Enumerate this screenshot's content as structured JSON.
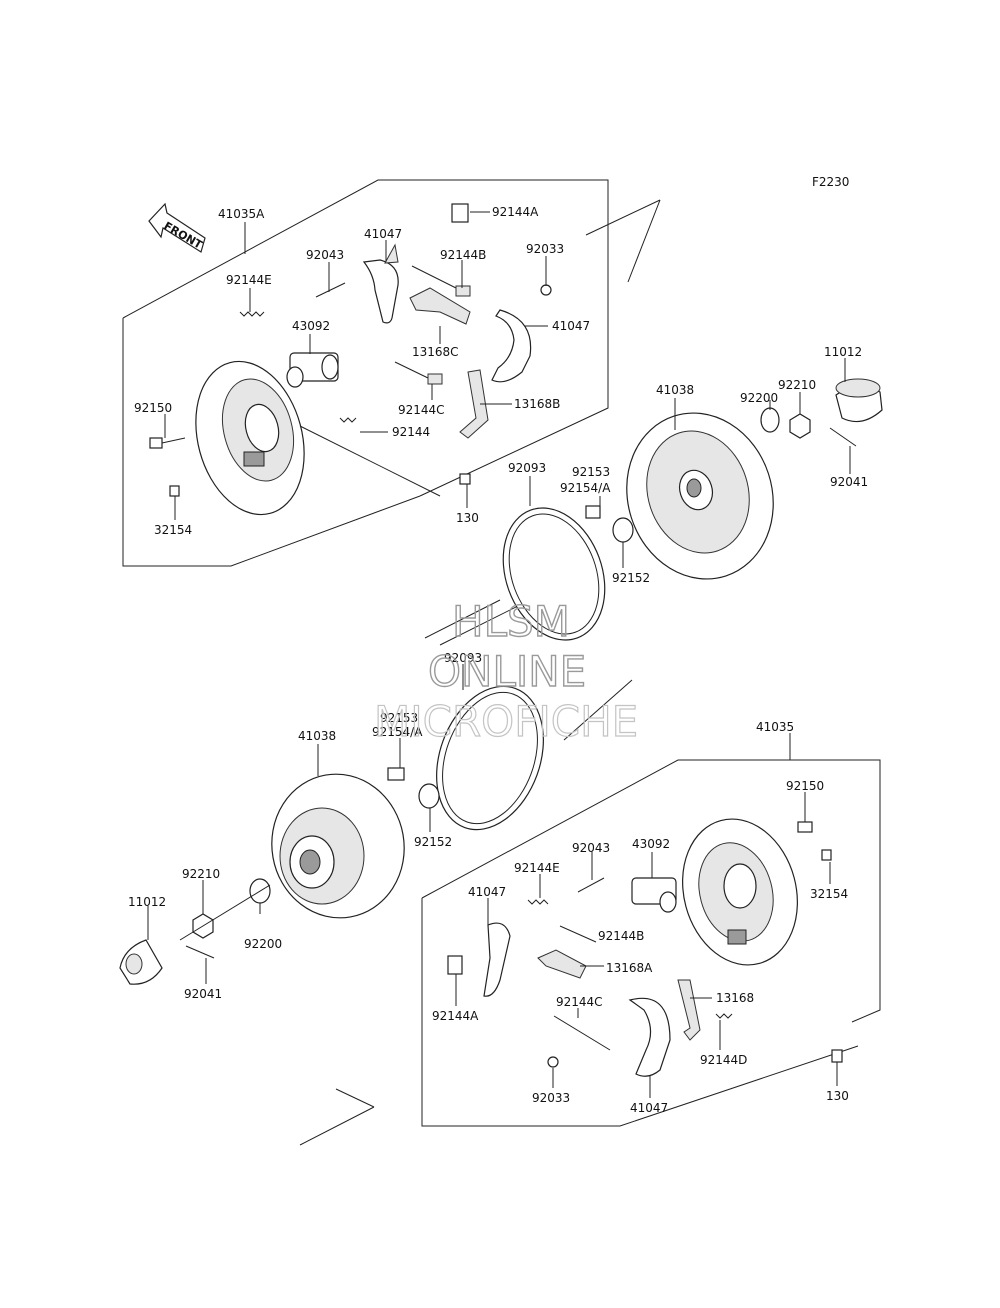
{
  "figure_code": "F2230",
  "front_label": "FRONT",
  "watermark": {
    "line1": "HLSM",
    "line2": "ONLINE",
    "line3": "MICROFICHE"
  },
  "upper": {
    "callouts": [
      "41035A",
      "41047",
      "92144A",
      "92043",
      "92144E",
      "92144B",
      "92033",
      "43092",
      "13168C",
      "41047",
      "92144C",
      "13168B",
      "92144",
      "92150",
      "32154",
      "130",
      "41038",
      "92200",
      "92210",
      "11012",
      "92041",
      "92093",
      "92153",
      "92154/A",
      "92152"
    ]
  },
  "lower": {
    "callouts": [
      "92093",
      "92153",
      "92154/A",
      "41038",
      "92152",
      "41035",
      "92150",
      "32154",
      "92043",
      "43092",
      "92144E",
      "41047",
      "92144B",
      "13168A",
      "92210",
      "11012",
      "92200",
      "92041",
      "92144A",
      "92144C",
      "13168",
      "92144D",
      "92033",
      "41047",
      "130"
    ]
  }
}
